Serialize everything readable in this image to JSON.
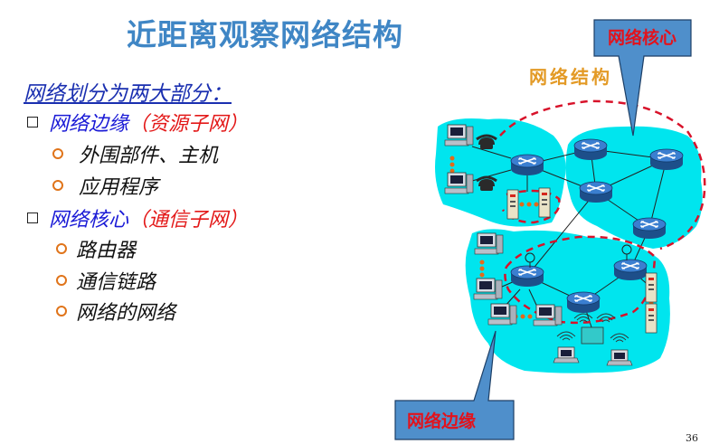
{
  "slide": {
    "title": "近距离观察网络结构",
    "subtitle": "网络划分为两大部分：",
    "bullets": [
      {
        "main": "网络边缘",
        "paren": "（资源子网）",
        "sub": [
          "外围部件、主机",
          "应用程序"
        ]
      },
      {
        "main": "网络核心",
        "paren": "（通信子网）",
        "sub": [
          "路由器",
          "通信链路",
          "网络的网络"
        ]
      }
    ],
    "page_number": "36"
  },
  "diagram": {
    "label": "网络结构",
    "callout_core": "网络核心",
    "callout_edge": "网络边缘",
    "colors": {
      "cloud": "#00e5ee",
      "dash": "#d8122a",
      "router": "#2d6cb5",
      "callout": "#4f8fcb",
      "label": "#e39a26"
    },
    "icons": [
      "router-icon",
      "desktop-computer-icon",
      "telephone-icon",
      "server-icon",
      "laptop-icon",
      "satellite-dish-icon",
      "wireless-access-point-icon"
    ]
  }
}
